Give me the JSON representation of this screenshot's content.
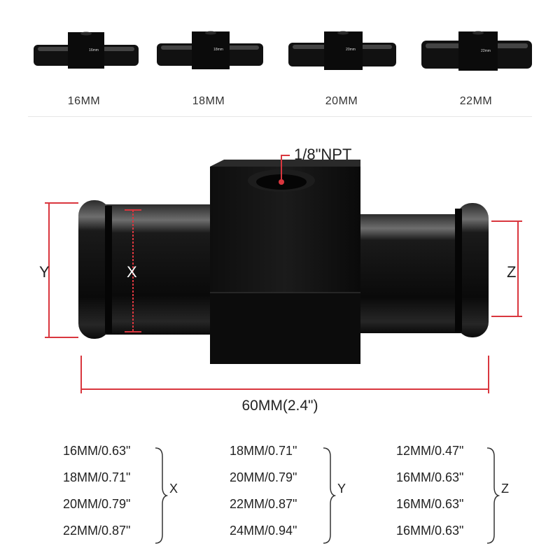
{
  "variants": [
    {
      "label": "16MM",
      "stamp": "16mm"
    },
    {
      "label": "18MM",
      "stamp": "18mm"
    },
    {
      "label": "20MM",
      "stamp": "20mm"
    },
    {
      "label": "22MM",
      "stamp": "22mm"
    }
  ],
  "diagram": {
    "port_label": "1/8\"NPT",
    "y_label": "Y",
    "x_label": "X",
    "z_label": "Z",
    "length_label": "60MM(2.4\")",
    "dimension_color": "#d9363e"
  },
  "specs": {
    "x": {
      "letter": "X",
      "values": [
        "16MM/0.63\"",
        "18MM/0.71\"",
        "20MM/0.79\"",
        "22MM/0.87\""
      ]
    },
    "y": {
      "letter": "Y",
      "values": [
        "18MM/0.71\"",
        "20MM/0.79\"",
        "22MM/0.87\"",
        "24MM/0.94\""
      ]
    },
    "z": {
      "letter": "Z",
      "values": [
        "12MM/0.47\"",
        "16MM/0.63\"",
        "16MM/0.63\"",
        "16MM/0.63\""
      ]
    }
  }
}
